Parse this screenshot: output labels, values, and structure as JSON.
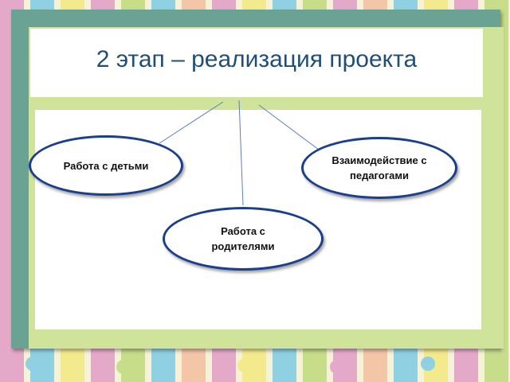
{
  "slide": {
    "title": "2 этап – реализация проекта"
  },
  "diagram": {
    "nodes": [
      {
        "id": "children",
        "label": "Работа с детьми"
      },
      {
        "id": "parents",
        "label": "Работа  с\nродителями"
      },
      {
        "id": "teachers",
        "label": "Взаимодействие  с\nпедагогами"
      }
    ]
  },
  "colors": {
    "title_text": "#1f4e79",
    "node_border": "#1b3f8f",
    "connector": "#5b7fbd",
    "frame_dark": "#6aa394",
    "frame_light": "#cfe39a"
  }
}
